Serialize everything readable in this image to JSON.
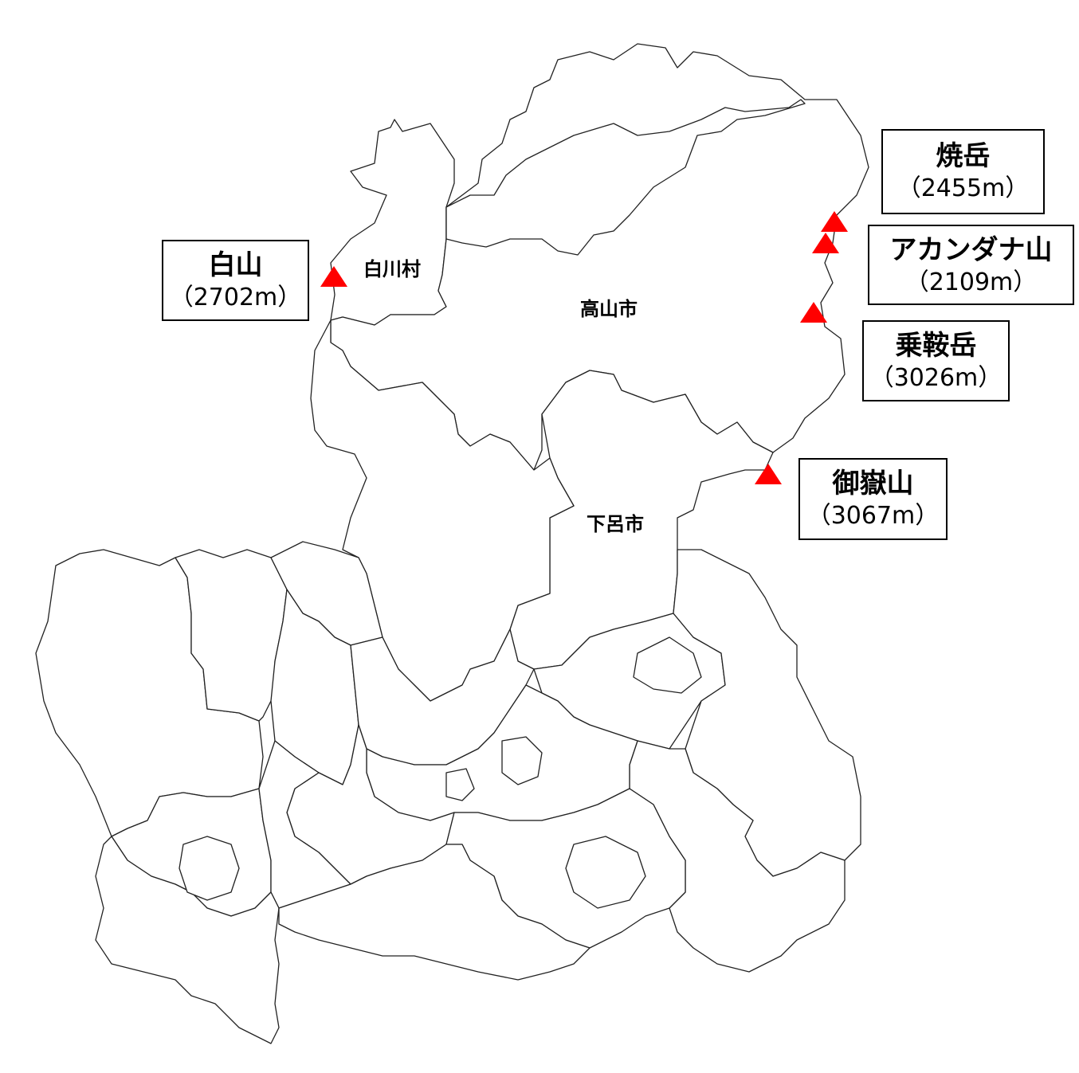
{
  "map": {
    "places": [
      {
        "id": "shirakawa",
        "label": "白川村"
      },
      {
        "id": "takayama",
        "label": "高山市"
      },
      {
        "id": "gero",
        "label": "下呂市"
      }
    ],
    "peaks": [
      {
        "id": "hakusan",
        "name": "白山",
        "elevation": "（2702m）"
      },
      {
        "id": "yakedake",
        "name": "焼岳",
        "elevation": "（2455m）"
      },
      {
        "id": "akandana",
        "name": "アカンダナ山",
        "elevation": "（2109m）"
      },
      {
        "id": "norikura",
        "name": "乗鞍岳",
        "elevation": "（3026m）"
      },
      {
        "id": "ontake",
        "name": "御嶽山",
        "elevation": "（3067m）"
      }
    ],
    "marker_color": "#ff0000"
  }
}
